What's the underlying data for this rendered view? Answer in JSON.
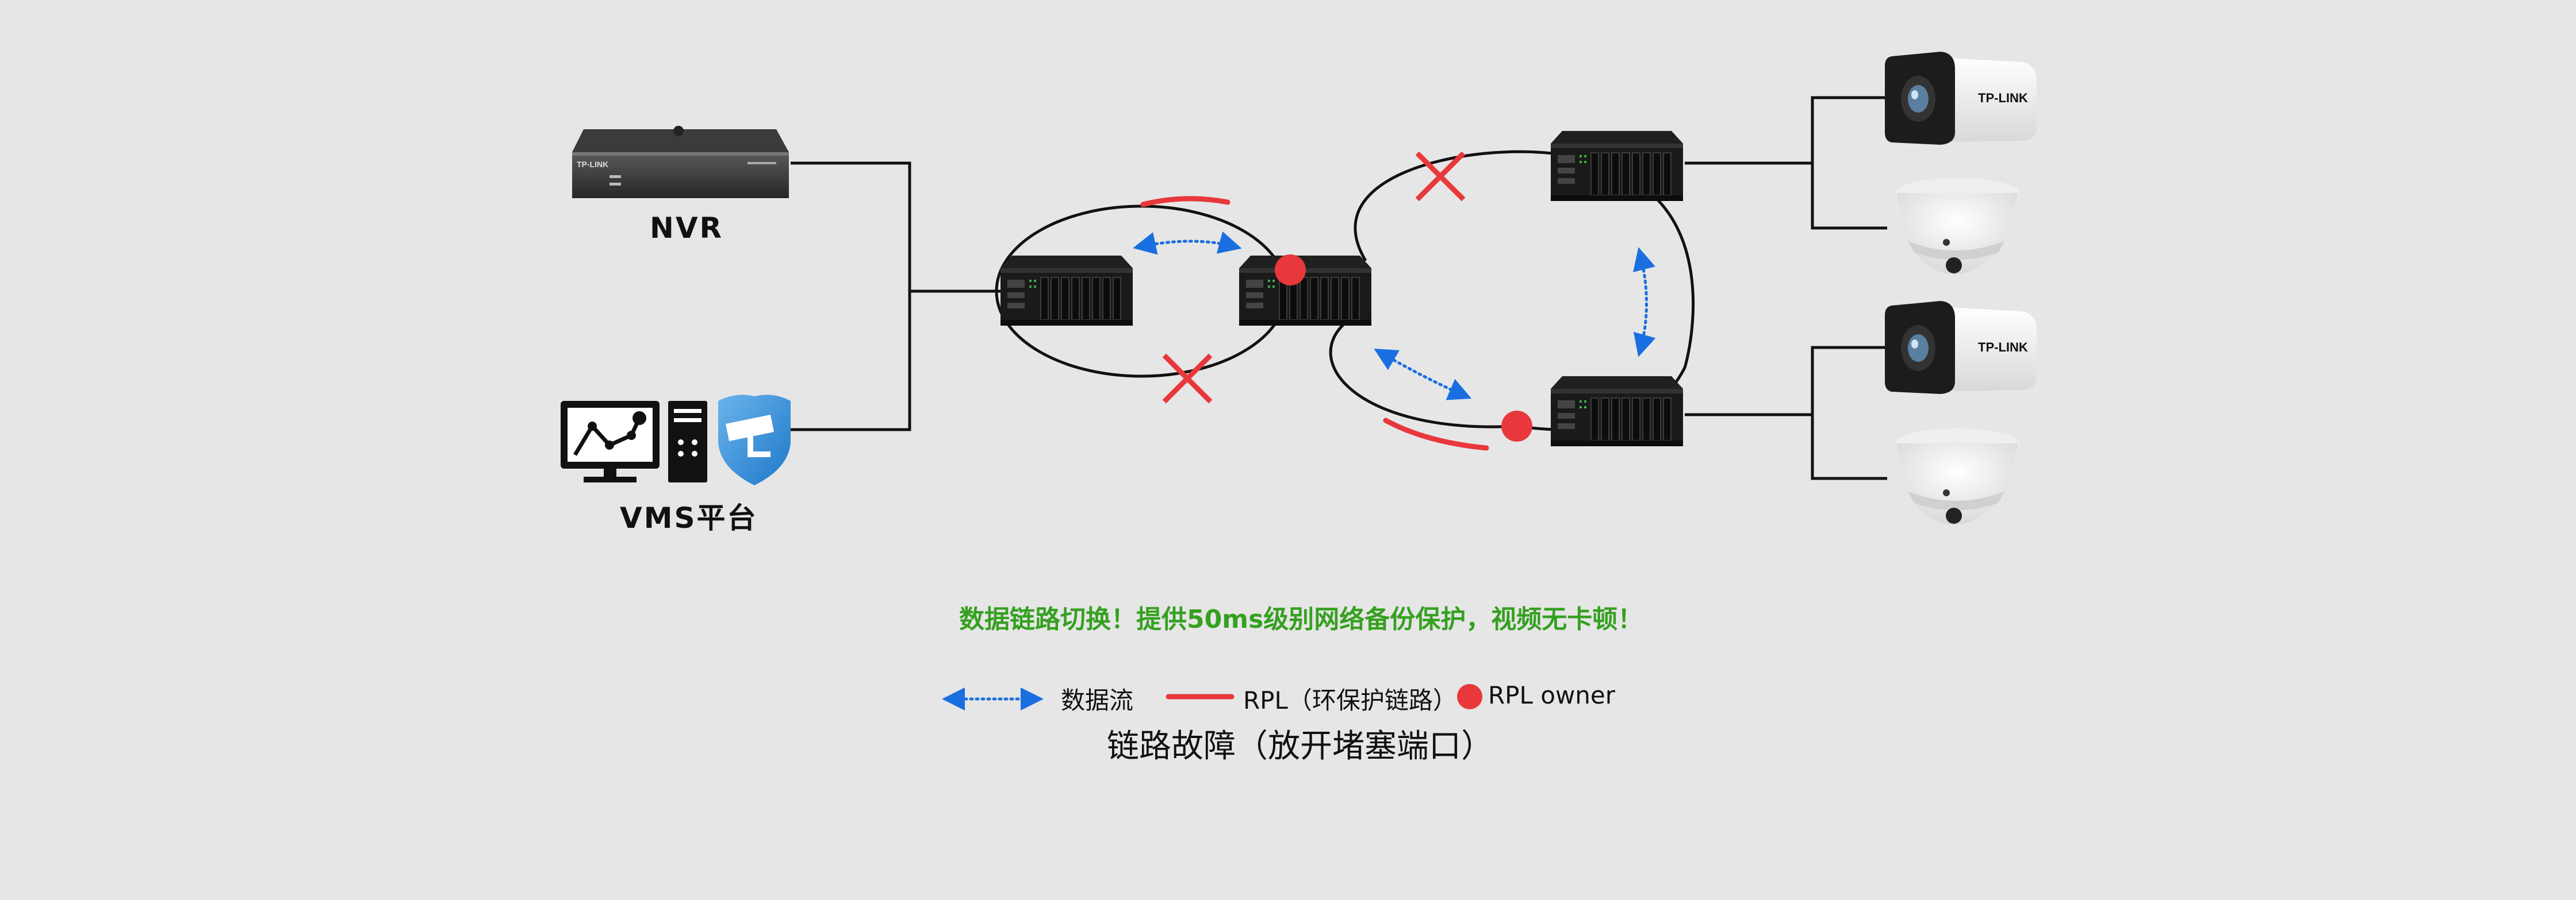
{
  "devices": {
    "nvr": {
      "label": "NVR",
      "brand": "TP-LINK"
    },
    "vms": {
      "label": "VMS平台"
    },
    "cameras": [
      {
        "type": "bullet",
        "brand": "TP-LINK"
      },
      {
        "type": "dome"
      },
      {
        "type": "bullet",
        "brand": "TP-LINK"
      },
      {
        "type": "dome"
      }
    ],
    "switches": [
      "switch-1",
      "switch-2",
      "switch-3",
      "switch-4"
    ]
  },
  "caption": "数据链路切换！提供50ms级别网络备份保护，视频无卡顿！",
  "legend": {
    "data_flow": "数据流",
    "rpl": "RPL（环保护链路）",
    "rpl_owner": "RPL owner"
  },
  "title": "链路故障（放开堵塞端口）",
  "colors": {
    "background": "#e6e6e6",
    "data_flow": "#1a6fe0",
    "rpl": "#e8383b",
    "fault_mark": "#e8383b",
    "caption": "#35a020",
    "line": "#111111"
  }
}
